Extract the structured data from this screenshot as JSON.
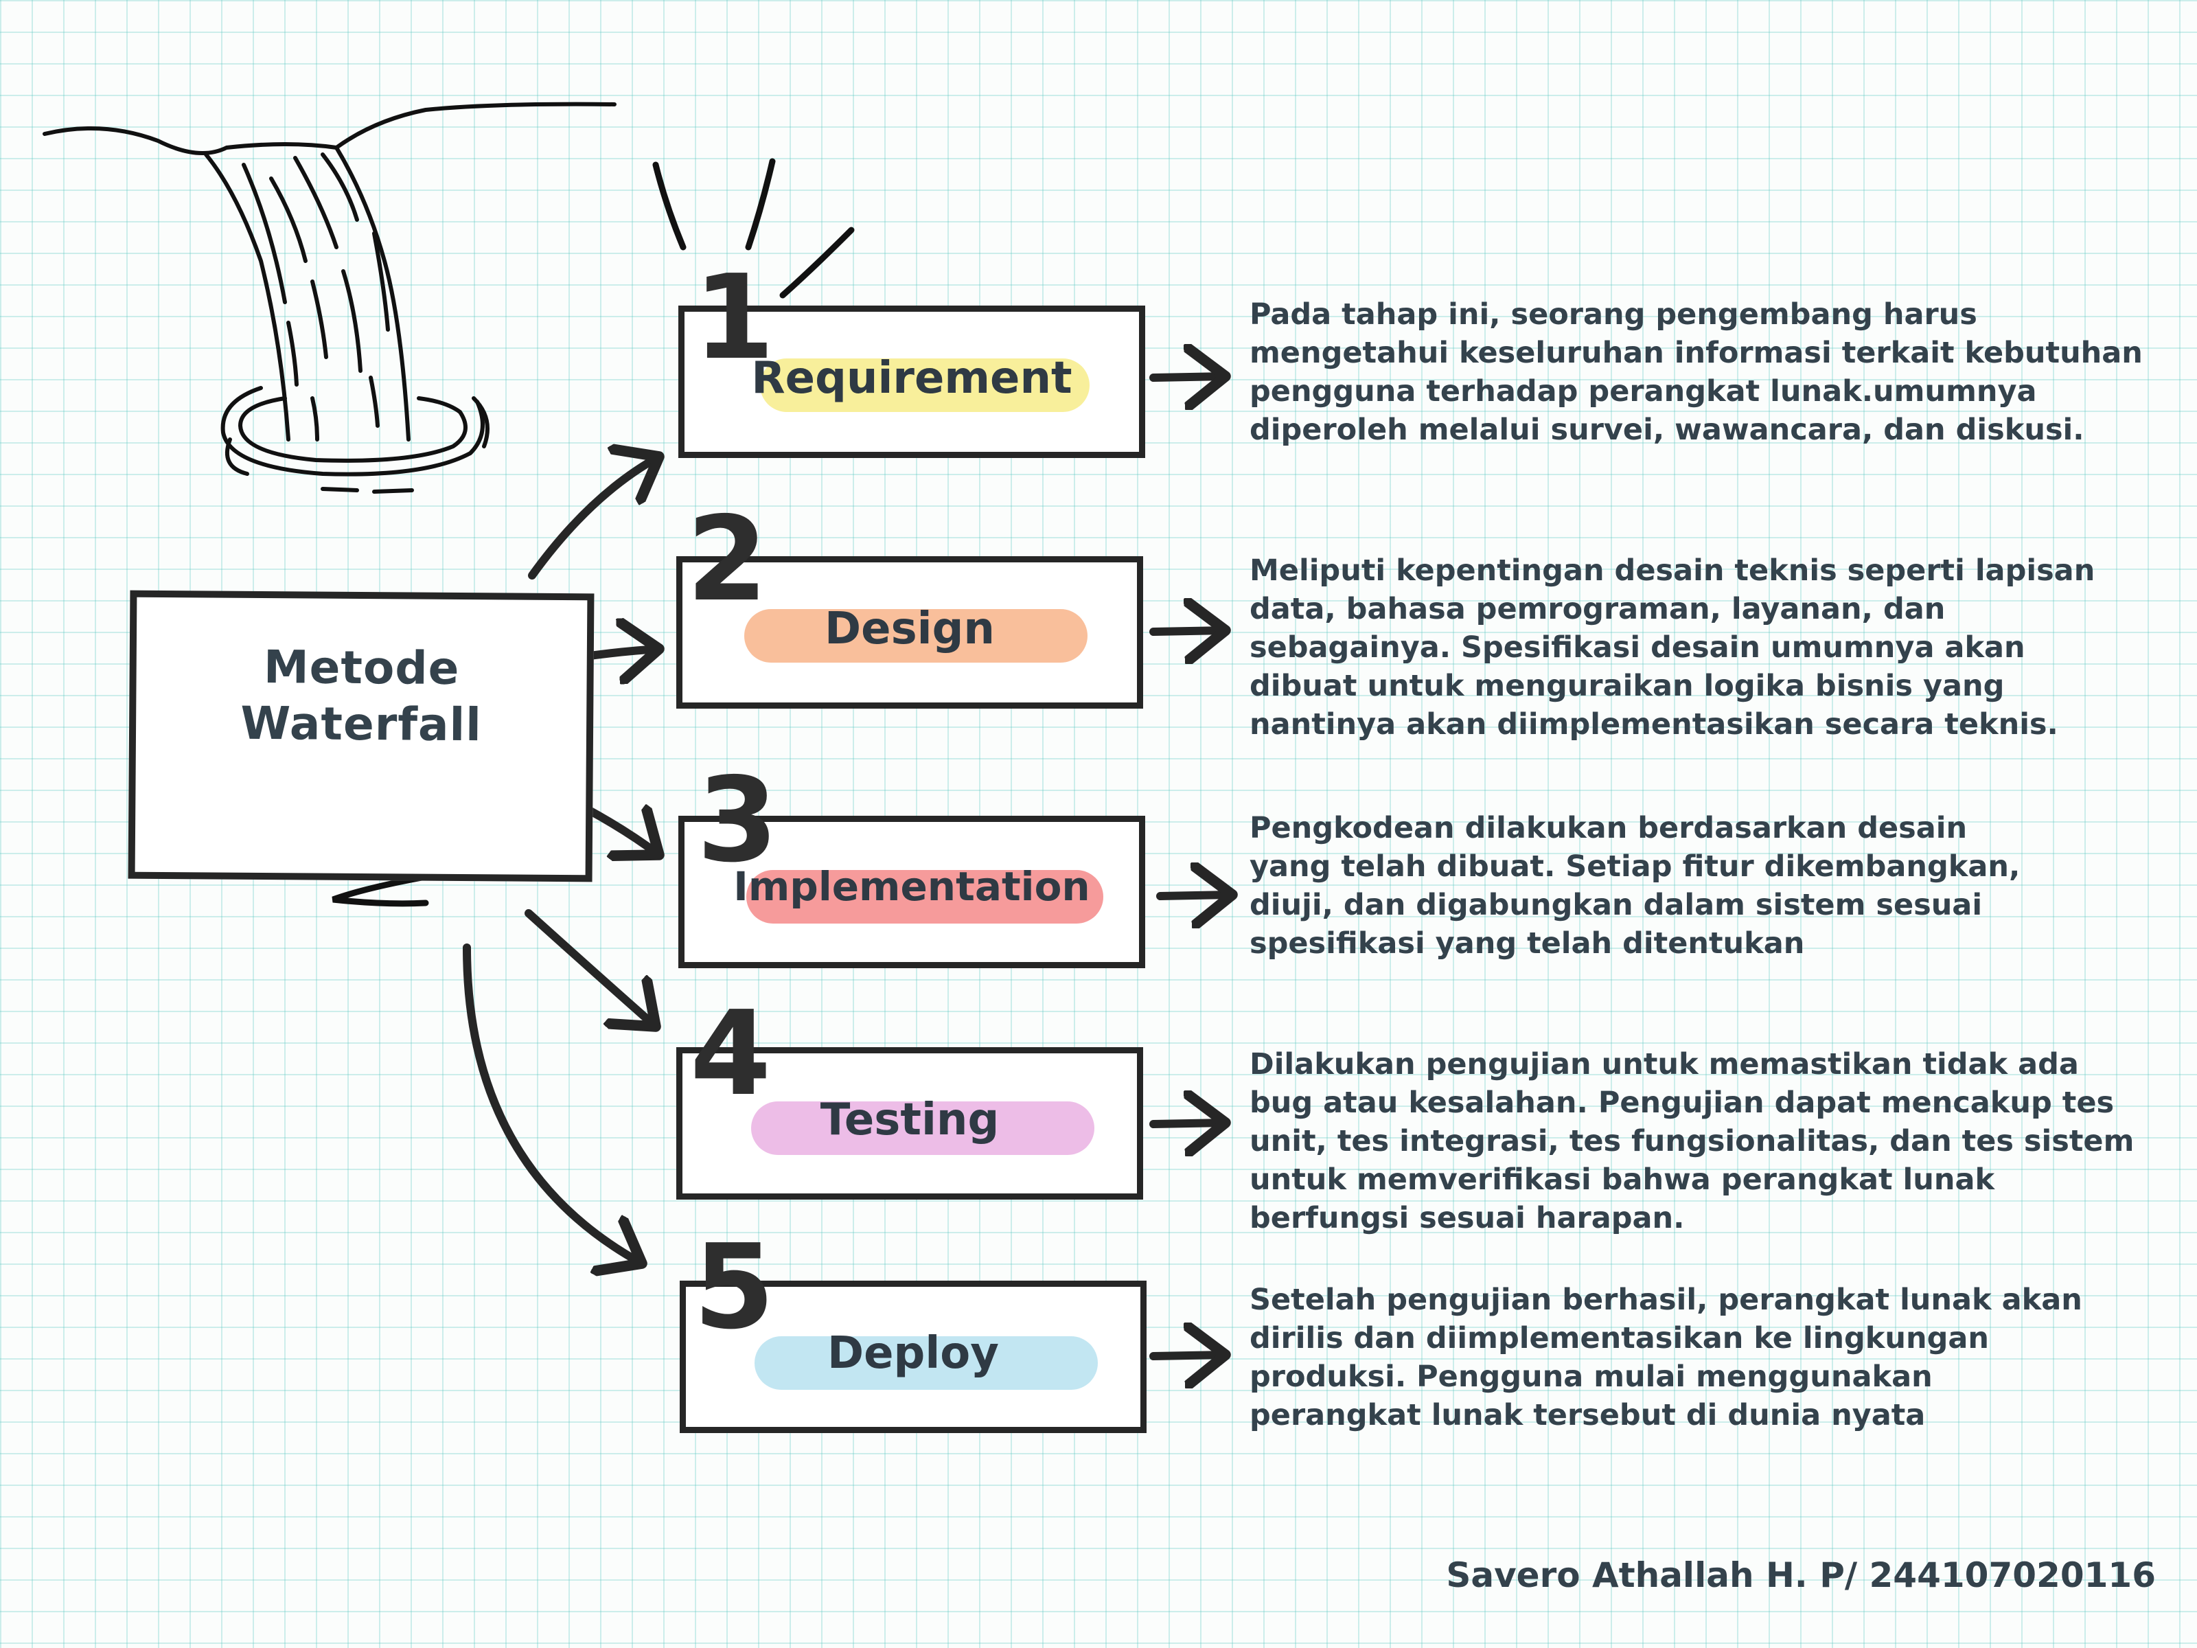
{
  "main": {
    "title_line1": "Metode",
    "title_line2": "Waterfall"
  },
  "stages": [
    {
      "number": "1",
      "label": "Requirement",
      "highlight_color": "#f7ec8a",
      "description": "Pada tahap ini, seorang pengembang harus\nmengetahui keseluruhan informasi terkait kebutuhan\npengguna terhadap perangkat lunak.umumnya\ndiperoleh melalui survei, wawancara, dan diskusi."
    },
    {
      "number": "2",
      "label": "Design",
      "highlight_color": "#f8b48a",
      "description": "Meliputi kepentingan desain teknis seperti lapisan\ndata, bahasa pemrograman, layanan, dan\nsebagainya. Spesifikasi desain umumnya akan\ndibuat untuk menguraikan logika bisnis yang\nnantinya akan diimplementasikan secara teknis."
    },
    {
      "number": "3",
      "label": "Implementation",
      "highlight_color": "#f4898a",
      "description": "Pengkodean dilakukan berdasarkan desain\nyang telah dibuat. Setiap fitur dikembangkan,\ndiuji, dan digabungkan dalam sistem sesuai\nspesifikasi yang telah ditentukan"
    },
    {
      "number": "4",
      "label": "Testing",
      "highlight_color": "#eab2e3",
      "description": "Dilakukan pengujian untuk memastikan tidak ada\nbug atau kesalahan. Pengujian dapat mencakup tes\nunit, tes integrasi, tes fungsionalitas, dan tes sistem\nuntuk memverifikasi bahwa perangkat lunak\nberfungsi sesuai harapan."
    },
    {
      "number": "5",
      "label": "Deploy",
      "highlight_color": "#b7e2f0",
      "description": "Setelah pengujian berhasil, perangkat lunak akan\ndirilis dan diimplementasikan ke lingkungan\nproduksi. Pengguna mulai menggunakan\nperangkat lunak tersebut di dunia nyata"
    }
  ],
  "author": "Savero Athallah H. P/ 244107020116",
  "colors": {
    "main_highlight": "#b6ecc6",
    "ink": "#262626",
    "text": "#34424c",
    "grid": "#5fc8c3"
  },
  "decorations": {
    "illustration": "waterfall-sketch-icon",
    "accent": "sparkle-lines-icon"
  }
}
